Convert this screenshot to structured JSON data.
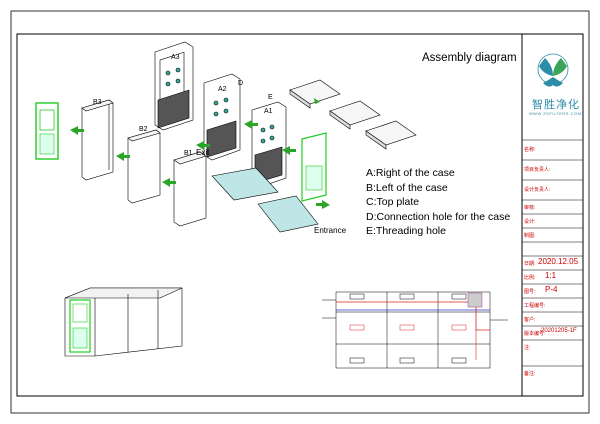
{
  "diagram": {
    "title": "Assembly diagram",
    "legend": [
      "A:Right of the case",
      "B:Left of the case",
      "C:Top plate",
      "D:Connection hole for the case",
      "E:Threading hole"
    ],
    "part_labels": [
      "A3",
      "A2",
      "A1",
      "B3",
      "B2",
      "B1",
      "D",
      "E"
    ],
    "flow_labels": {
      "exit": "Exit",
      "entrance": "Entrance"
    },
    "colors": {
      "line": "#000000",
      "accent": "#22cc22",
      "plan_red": "#dd2222",
      "plan_blue": "#3333cc",
      "brand": "#2d8ca8"
    }
  },
  "title_block": {
    "brand_name": "智胜净化",
    "brand_url": "WWW.ZSFILTERS.COM",
    "fields": [
      {
        "label": "名称:",
        "value": ""
      },
      {
        "label": "项目负责人:",
        "value": ""
      },
      {
        "label": "设计负责人:",
        "value": ""
      },
      {
        "label": "审核:",
        "value": ""
      },
      {
        "label": "设计:",
        "value": ""
      },
      {
        "label": "制图:",
        "value": ""
      },
      {
        "label": "日期:",
        "value": "2020.12.05"
      },
      {
        "label": "比例:",
        "value": "1:1"
      },
      {
        "label": "图号:",
        "value": "P-4"
      },
      {
        "label": "工程编号:",
        "value": ""
      },
      {
        "label": "客户:",
        "value": ""
      },
      {
        "label": "版本编号:",
        "value": "20201205-1F"
      },
      {
        "label": "注:",
        "value": ""
      },
      {
        "label": "备注:",
        "value": ""
      }
    ]
  }
}
